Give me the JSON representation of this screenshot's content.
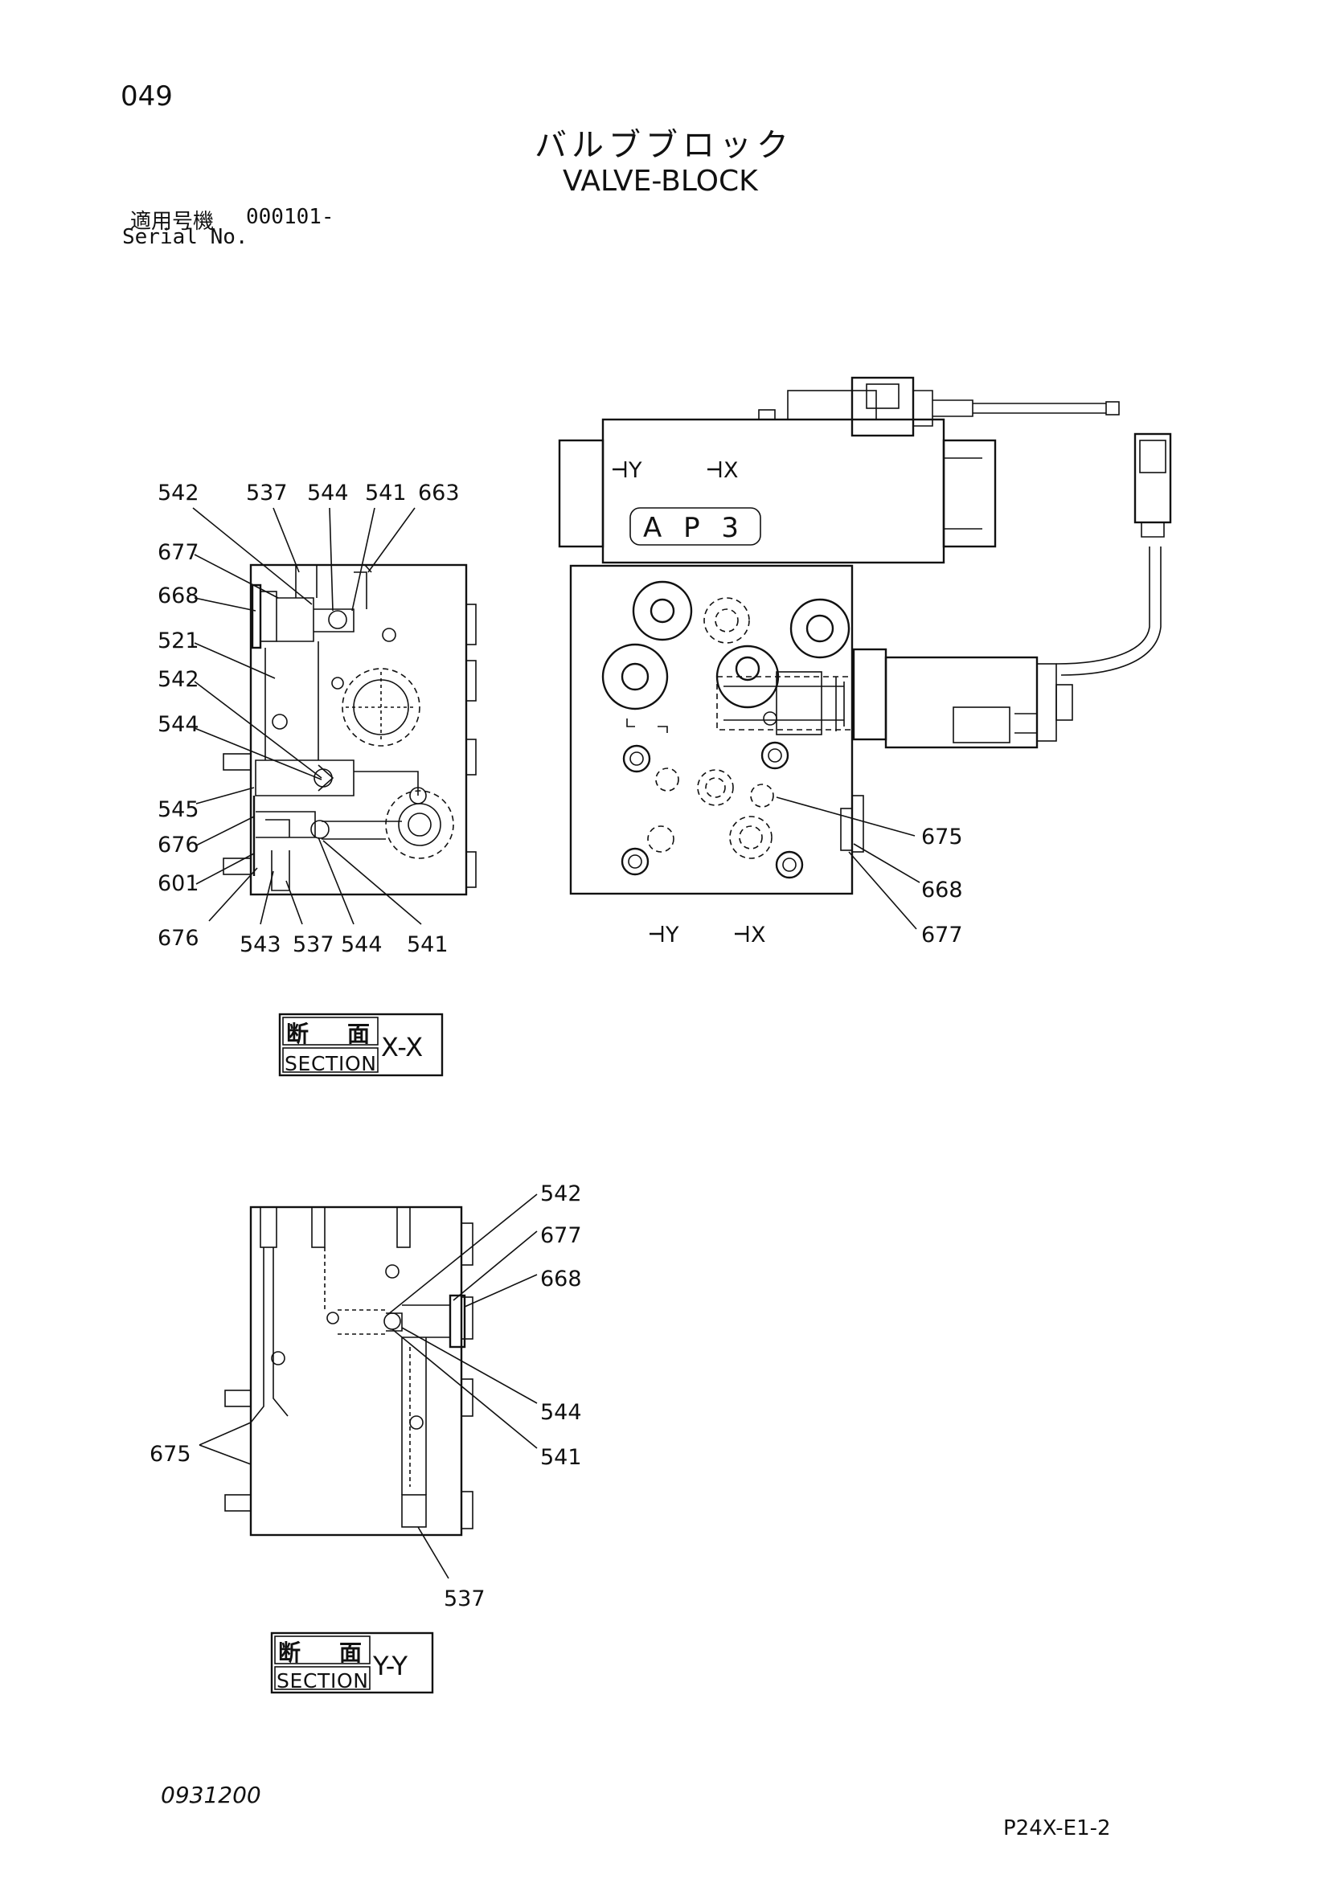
{
  "header": {
    "page_number": "049",
    "title_jp": "バルブブロック",
    "title_en": "VALVE-BLOCK",
    "serial_label_jp": "適用号機",
    "serial_value": "000101-",
    "serial_label_en": "Serial No."
  },
  "footer": {
    "document_code": "0931200",
    "page_code": "P24X-E1-2"
  },
  "section_xx": {
    "kanji_1": "断",
    "kanji_2": "面",
    "word": "SECTION",
    "view": "X-X",
    "callouts": {
      "c542a": "542",
      "c537a": "537",
      "c544a": "544",
      "c541a": "541",
      "c663": "663",
      "c677": "677",
      "c668": "668",
      "c521": "521",
      "c542b": "542",
      "c544b": "544",
      "c545": "545",
      "c676a": "676",
      "c601": "601",
      "c676b": "676",
      "c543": "543",
      "c537b": "537",
      "c544c": "544",
      "c541b": "541"
    }
  },
  "front_view": {
    "cut_y_top": "Y",
    "cut_x_top": "X",
    "cut_y_bottom": "Y",
    "cut_x_bottom": "X",
    "stamp": "A P 3",
    "callouts": {
      "c675": "675",
      "c668": "668",
      "c677": "677"
    }
  },
  "section_yy": {
    "kanji_1": "断",
    "kanji_2": "面",
    "word": "SECTION",
    "view": "Y-Y",
    "callouts": {
      "c542": "542",
      "c677": "677",
      "c668": "668",
      "c544": "544",
      "c541": "541",
      "c675": "675",
      "c537": "537"
    }
  }
}
